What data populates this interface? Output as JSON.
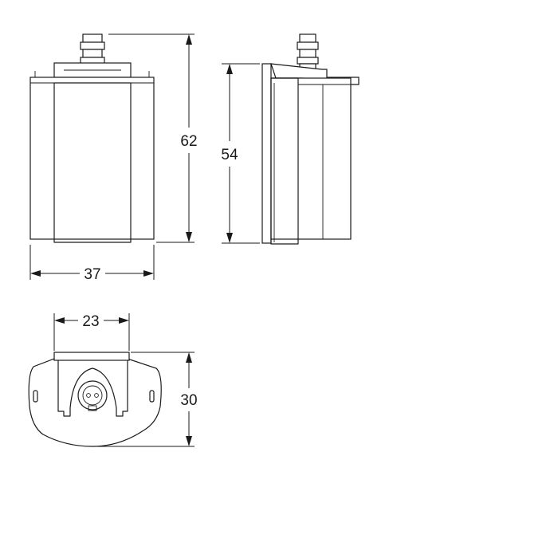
{
  "drawing": {
    "front_view": {
      "height_label": "62",
      "width_label": "37"
    },
    "side_view": {
      "height_label": "54"
    },
    "bottom_view": {
      "inner_width_label": "23",
      "depth_label": "30"
    }
  },
  "colors": {
    "line": "#1a1a1a",
    "background": "#ffffff"
  }
}
